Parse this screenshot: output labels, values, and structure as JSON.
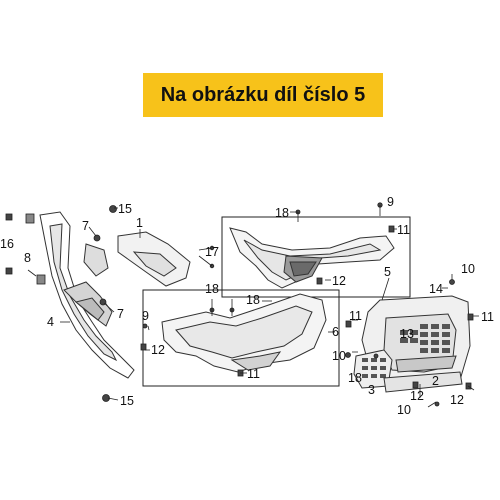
{
  "banner": {
    "text": "Na obrázku díl číslo 5"
  },
  "callouts": [
    {
      "id": "c-15-top",
      "text": "15"
    },
    {
      "id": "c-1",
      "text": "1"
    },
    {
      "id": "c-7-top",
      "text": "7"
    },
    {
      "id": "c-16",
      "text": "16"
    },
    {
      "id": "c-8",
      "text": "8"
    },
    {
      "id": "c-17",
      "text": "17"
    },
    {
      "id": "c-4",
      "text": "4"
    },
    {
      "id": "c-7-bottom",
      "text": "7"
    },
    {
      "id": "c-15-bottom",
      "text": "15"
    },
    {
      "id": "c-18-top",
      "text": "18"
    },
    {
      "id": "c-9-top",
      "text": "9"
    },
    {
      "id": "c-11-top",
      "text": "11"
    },
    {
      "id": "c-12-top",
      "text": "12"
    },
    {
      "id": "c-18-mid",
      "text": "18"
    },
    {
      "id": "c-18-mid2",
      "text": "18"
    },
    {
      "id": "c-9-mid",
      "text": "9"
    },
    {
      "id": "c-12-mid",
      "text": "12"
    },
    {
      "id": "c-6",
      "text": "6"
    },
    {
      "id": "c-11-mid",
      "text": "11"
    },
    {
      "id": "c-5",
      "text": "5"
    },
    {
      "id": "c-10-top",
      "text": "10"
    },
    {
      "id": "c-14",
      "text": "14"
    },
    {
      "id": "c-11-right",
      "text": "11"
    },
    {
      "id": "c-11-left",
      "text": "11"
    },
    {
      "id": "c-13",
      "text": "13"
    },
    {
      "id": "c-10-mid",
      "text": "10"
    },
    {
      "id": "c-18-low",
      "text": "18"
    },
    {
      "id": "c-3",
      "text": "3"
    },
    {
      "id": "c-2",
      "text": "2"
    },
    {
      "id": "c-12-right",
      "text": "12"
    },
    {
      "id": "c-12-bottom",
      "text": "12"
    },
    {
      "id": "c-10-bottom",
      "text": "10"
    },
    {
      "id": "c-1-hidden",
      "text": ""
    }
  ]
}
